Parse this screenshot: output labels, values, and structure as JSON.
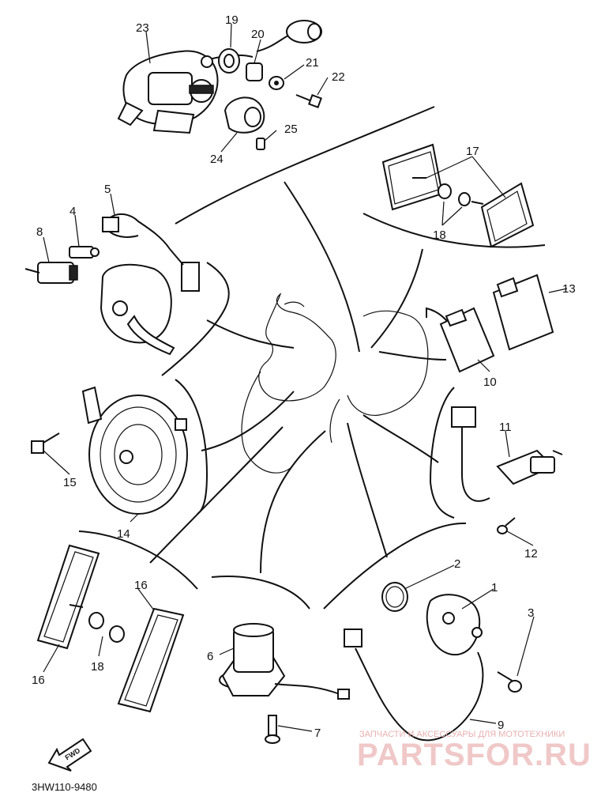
{
  "diagram_code": "3HW110-9480",
  "forward_label": "FWD",
  "watermark": {
    "caption": "ЗАПЧАСТИ И АКСЕССУАРЫ ДЛЯ МОТОТЕХНИКИ",
    "brand": "PARTSFOR.RU"
  },
  "callouts": {
    "c1": "1",
    "c2": "2",
    "c3": "3",
    "c4": "4",
    "c5": "5",
    "c6": "6",
    "c7": "7",
    "c8": "8",
    "c9": "9",
    "c10": "10",
    "c11": "11",
    "c12": "12",
    "c13": "13",
    "c14": "14",
    "c15": "15",
    "c16a": "16",
    "c16b": "16",
    "c17": "17",
    "c18a": "18",
    "c18b": "18",
    "c19": "19",
    "c20": "20",
    "c21": "21",
    "c22": "22",
    "c23": "23",
    "c24": "24",
    "c25": "25"
  },
  "colors": {
    "ink": "#111111",
    "watermark": "#f0c8c8"
  }
}
